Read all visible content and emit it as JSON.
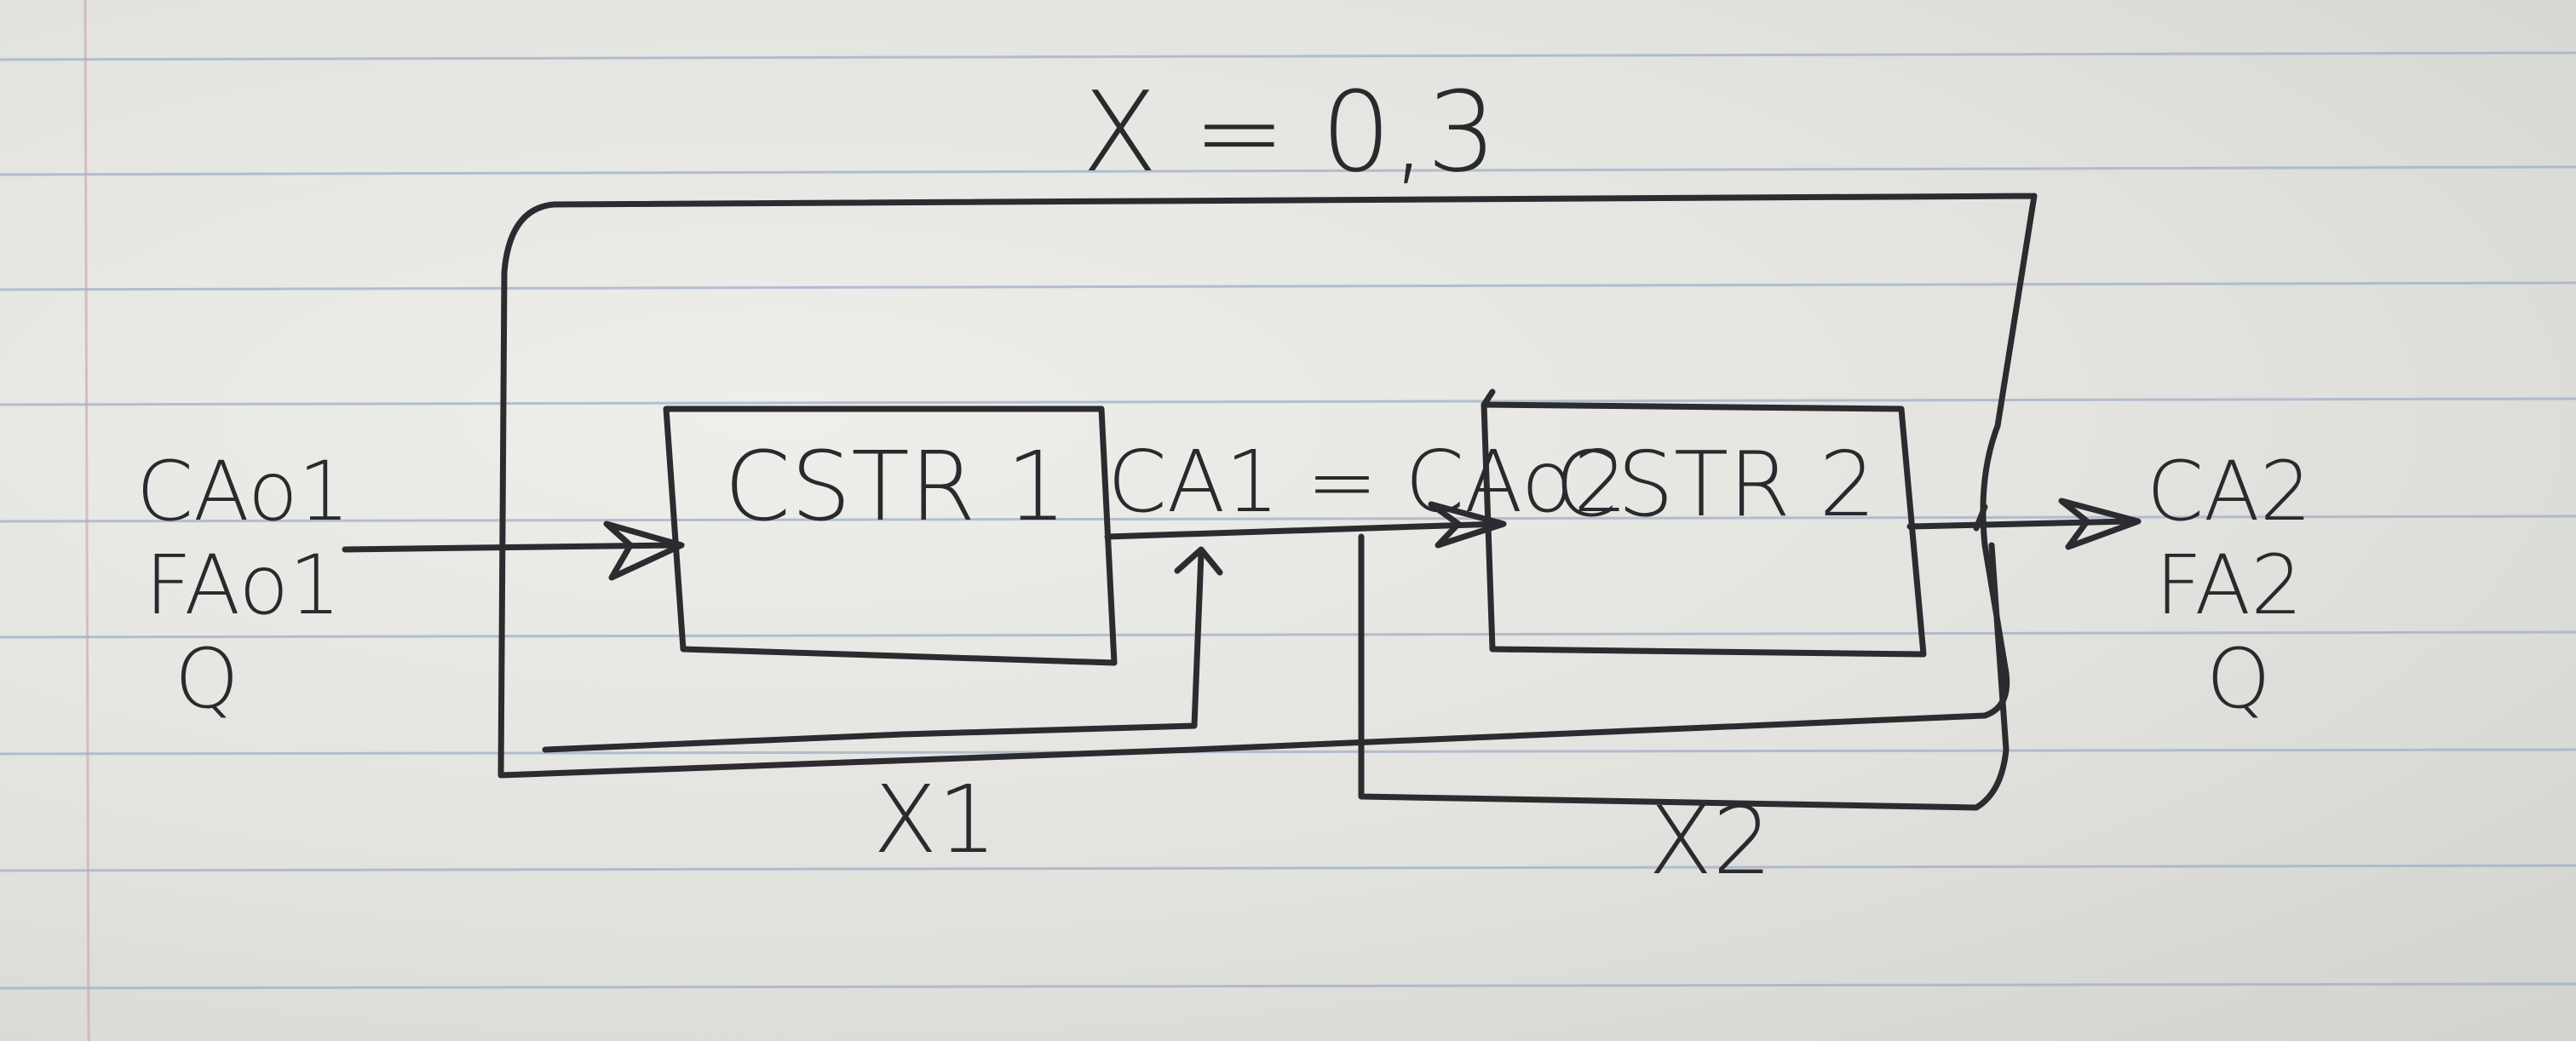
{
  "diagram": {
    "top_label": "X = 0,3",
    "reactor_1": "CSTR 1",
    "reactor_2": "CSTR 2",
    "middle_label": "CA1 = CAo2",
    "inlet": {
      "line1": "CAo1",
      "line2": "FAo1",
      "line3": "Q"
    },
    "outlet": {
      "line1": "CA2",
      "line2": "FA2",
      "line3": "Q"
    },
    "recycle_1_label": "X1",
    "recycle_2_label": "X2"
  },
  "colors": {
    "ink": "#2b2b30",
    "paper": "#e6e6e2",
    "rule": "#9fb0c8"
  }
}
